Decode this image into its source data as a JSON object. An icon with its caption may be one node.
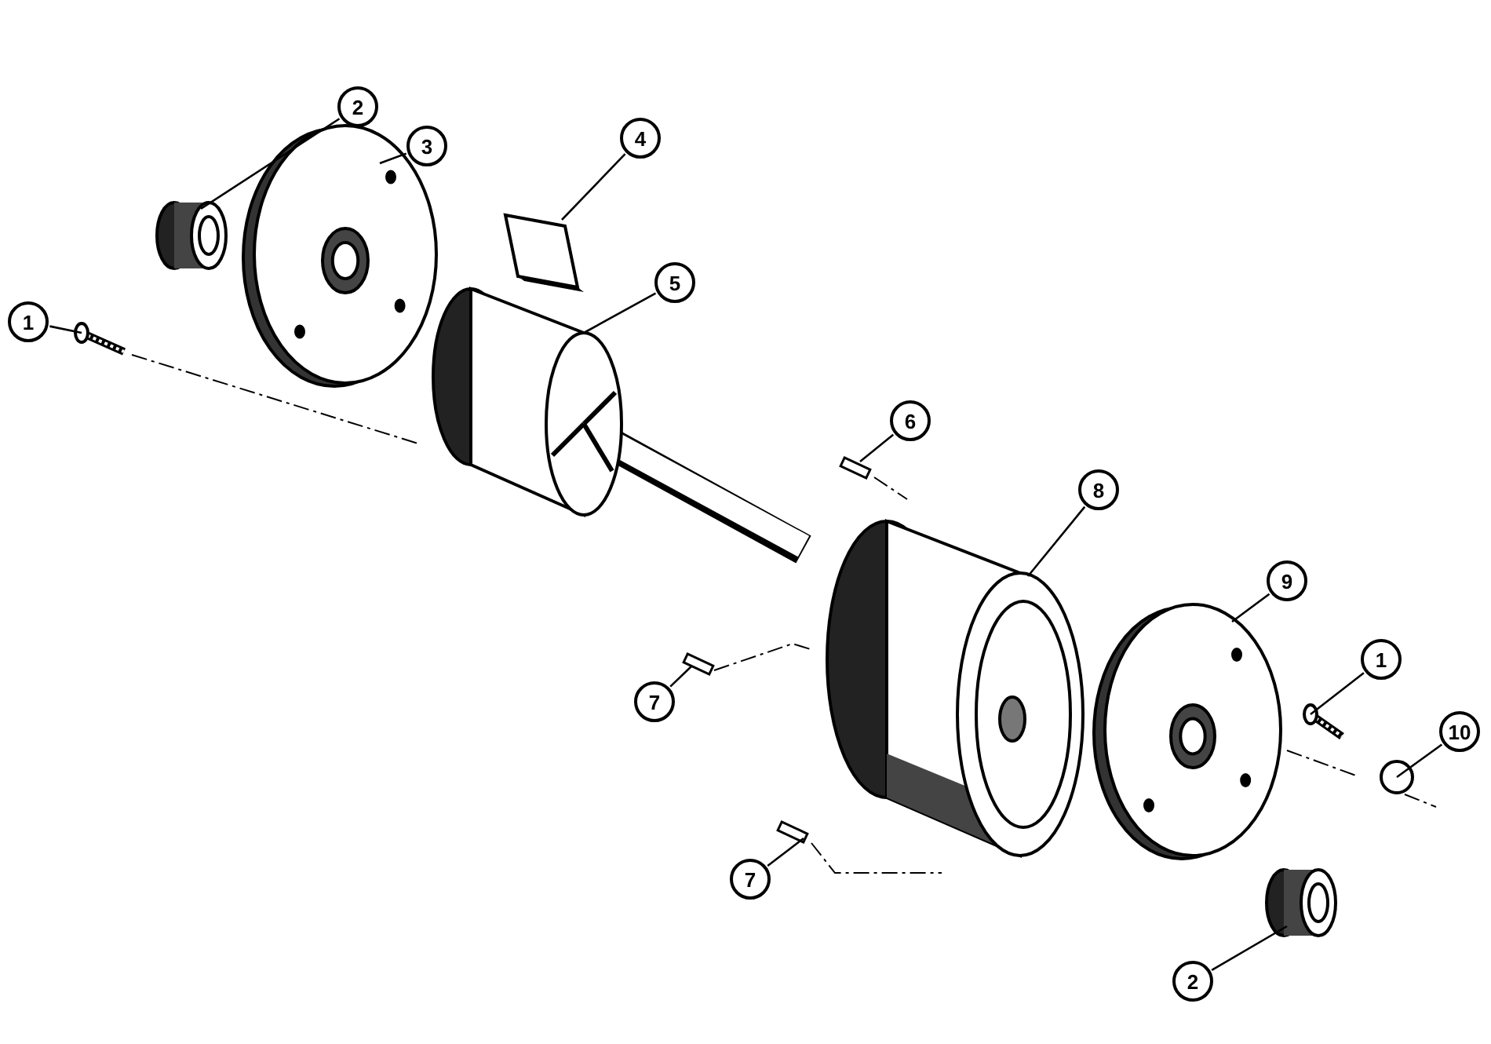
{
  "diagram": {
    "nodes": [
      {
        "text": [
          "1"
        ]
      },
      {
        "text": [],
        "shape": "picture"
      },
      {
        "text": [
          "2"
        ]
      },
      {
        "text": [],
        "shape": "cylinder"
      },
      {
        "text": [
          "3"
        ]
      },
      {
        "text": [],
        "shape": "picture"
      },
      {
        "text": [
          "4"
        ]
      },
      {
        "text": [],
        "shape": "picture"
      },
      {
        "text": [
          "5"
        ]
      },
      {
        "text": [],
        "shape": "picture"
      },
      {
        "text": [
          "6"
        ]
      },
      {
        "text": [],
        "shape": "bar"
      },
      {
        "text": [
          "8"
        ]
      },
      {
        "text": [],
        "shape": "picture"
      },
      {
        "text": [
          "9"
        ]
      },
      {
        "text": [],
        "shape": "picture"
      },
      {
        "text": [
          "1"
        ]
      },
      {
        "text": [],
        "shape": "picture"
      },
      {
        "text": [
          "7"
        ]
      },
      {
        "text": [],
        "shape": "bar"
      },
      {
        "text": [
          "10"
        ]
      },
      {
        "text": [],
        "shape": "circle"
      },
      {
        "text": [
          "7"
        ]
      },
      {
        "text": [],
        "shape": "bar"
      },
      {
        "text": [
          "2"
        ]
      },
      {
        "text": [],
        "shape": "cylinder"
      }
    ],
    "edges": [
      {
        "from": 0,
        "to": 1,
        "arrow": "none"
      },
      {
        "from": 2,
        "to": 3,
        "arrow": "none"
      },
      {
        "from": 4,
        "to": 5,
        "arrow": "none"
      },
      {
        "from": 6,
        "to": 7,
        "arrow": "none"
      },
      {
        "from": 8,
        "to": 9,
        "arrow": "none"
      },
      {
        "from": 10,
        "to": 11,
        "arrow": "none"
      },
      {
        "from": 12,
        "to": 13,
        "arrow": "none"
      },
      {
        "from": 14,
        "to": 15,
        "arrow": "none"
      },
      {
        "from": 16,
        "to": 17,
        "arrow": "none"
      },
      {
        "from": 18,
        "to": 19,
        "arrow": "none"
      },
      {
        "from": 20,
        "to": 21,
        "arrow": "none"
      },
      {
        "from": 22,
        "to": 23,
        "arrow": "none"
      },
      {
        "from": 24,
        "to": 25,
        "arrow": "none"
      }
    ]
  }
}
